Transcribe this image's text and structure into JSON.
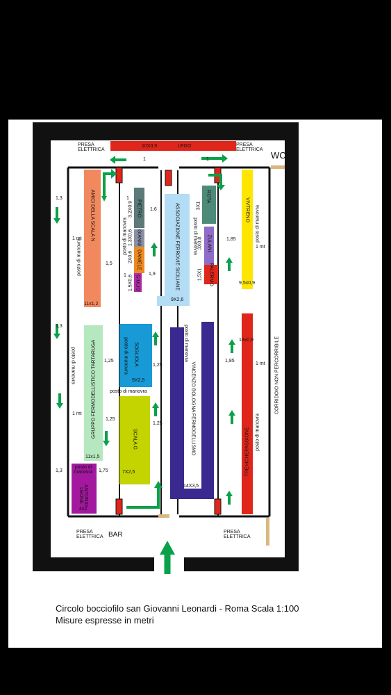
{
  "caption": {
    "line1": "Circolo bocciofilo san Giovanni Leonardi - Roma Scala 1:100",
    "line2": "Misure espresse in metri"
  },
  "labels": {
    "presa_elettrica": "PRESA\nELETTRICA",
    "wc": "WC",
    "bar": "BAR",
    "corridoio": "CORRIDOIO NON PERCORRIBILE",
    "posto_manovra": "posto di manovra"
  },
  "modules": {
    "lego": {
      "name": "LEGO",
      "size": "10X0,9",
      "color": "#e0261b"
    },
    "amici": {
      "name": "AMICI DELLA SCALA N",
      "size": "11x1,2",
      "color": "#f2895e"
    },
    "pietro": {
      "name": "PIETRO",
      "size": "3.2X0.9",
      "color": "#5b7a78"
    },
    "gianni": {
      "name": "GIANNI",
      "size": "1,3X0,6",
      "color": "#8a8fa8"
    },
    "daniele": {
      "name": "DANIELE",
      "size": "2X0,6",
      "color": "#f08a1e"
    },
    "giulio": {
      "name": "GIULIO",
      "size": "1,5X0,6",
      "color": "#b02ca8"
    },
    "associazione": {
      "name": "ASSOCIAZIONE FERROVIE SICILIANE",
      "size": "9X2,6",
      "color": "#b3dcf5"
    },
    "rota": {
      "name": "ROTA",
      "size": "3X1",
      "color": "#4e8a78"
    },
    "zulani": {
      "name": "ZULANI",
      "size": "3X0,8",
      "color": "#8e6cc8"
    },
    "palermo": {
      "name": "PALERMO",
      "size": "1,5X1",
      "color": "#e0261b"
    },
    "vivtreno": {
      "name": "VIVTRENO",
      "size": "9,5x0,9",
      "color": "#ffe600"
    },
    "tartaruga": {
      "name": "GRUPPO FERMODELLISTICO TARTARUGA",
      "size": "11x1,5",
      "color": "#b6e8bf"
    },
    "sogliola": {
      "name": "SOGLIOLA",
      "size": "5X2,5",
      "color": "#179ad6"
    },
    "scalag": {
      "name": "SCALA G",
      "size": "7X2,5",
      "color": "#c3d400"
    },
    "vincenzo": {
      "name": "VINCENZO BOLOGNA FERMODELLISMO",
      "size": "14X3,5",
      "color": "#3a2a8f"
    },
    "trenichepassione": {
      "name": "TRENICHEPASSIONE",
      "size": "18x0,9",
      "color": "#e0261b"
    },
    "antonio": {
      "name": "ANTONIO LEONE",
      "size": "4x2",
      "color": "#a3189e"
    }
  },
  "measures": {
    "m1_3": "1,3",
    "m1mt": "1 mt",
    "m1_5": "1,5",
    "m1": "1",
    "m1_6": "1,6",
    "m1_9": "1,9",
    "m1_85": "1,85",
    "m1_25": "1,25",
    "m1_75": "1,75"
  },
  "colors": {
    "wall": "#000000",
    "arrow": "#0aa14a",
    "door": "#d9b77e"
  }
}
